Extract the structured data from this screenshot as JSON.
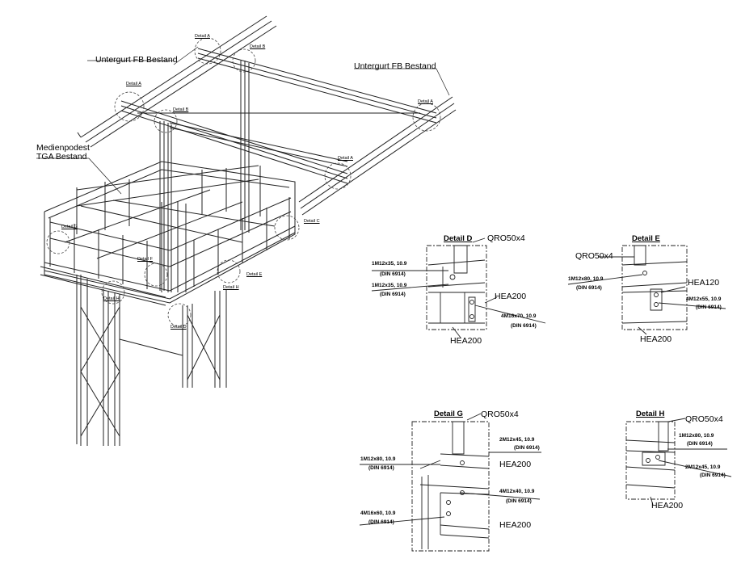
{
  "main_view": {
    "labels": {
      "untergurt_left": "Untergurt FB Bestand",
      "untergurt_right": "Untergurt FB Bestand",
      "medienpodest_line1": "Medienpodest",
      "medienpodest_line2": "TGA Bestand"
    },
    "callouts": [
      "Detail A",
      "Detail B",
      "Detail A",
      "Detail B",
      "Detail A",
      "Detail A",
      "Detail C",
      "Detail G",
      "Detail F",
      "Detail E",
      "Detail H",
      "Detail H",
      "Detail D"
    ]
  },
  "detail_d": {
    "title": "Detail D",
    "profile_top": "QRO50x4",
    "bolt1_line1": "1M12x35, 10.9",
    "bolt1_line2": "(DIN 6914)",
    "bolt2_line1": "1M12x35, 10.9",
    "bolt2_line2": "(DIN 6914)",
    "profile_right": "HEA200",
    "bolt3_line1": "4M16x70, 10.9",
    "bolt3_line2": "(DIN 6914)",
    "profile_bottom": "HEA200"
  },
  "detail_e": {
    "title": "Detail E",
    "profile_top": "QRO50x4",
    "bolt1_line1": "1M12x80, 10.9",
    "bolt1_line2": "(DIN 6914)",
    "profile_right": "HEA120",
    "bolt2_line1": "4M12x55, 10.9",
    "bolt2_line2": "(DIN 6914)",
    "profile_bottom": "HEA200"
  },
  "detail_g": {
    "title": "Detail G",
    "profile_top": "QRO50x4",
    "bolt1_line1": "2M12x45, 10.9",
    "bolt1_line2": "(DIN 6914)",
    "bolt2_line1": "1M12x80, 10.9",
    "bolt2_line2": "(DIN 6914)",
    "profile_mid": "HEA200",
    "bolt3_line1": "4M12x40, 10.9",
    "bolt3_line2": "(DIN 6914)",
    "bolt4_line1": "4M16x60, 10.9",
    "bolt4_line2": "(DIN 6914)",
    "profile_bottom": "HEA200"
  },
  "detail_h": {
    "title": "Detail H",
    "profile_top": "QRO50x4",
    "bolt1_line1": "1M12x80, 10.9",
    "bolt1_line2": "(DIN 6914)",
    "bolt2_line1": "2M12x45, 10.9",
    "bolt2_line2": "(DIN 6914)",
    "profile_bottom": "HEA200"
  }
}
